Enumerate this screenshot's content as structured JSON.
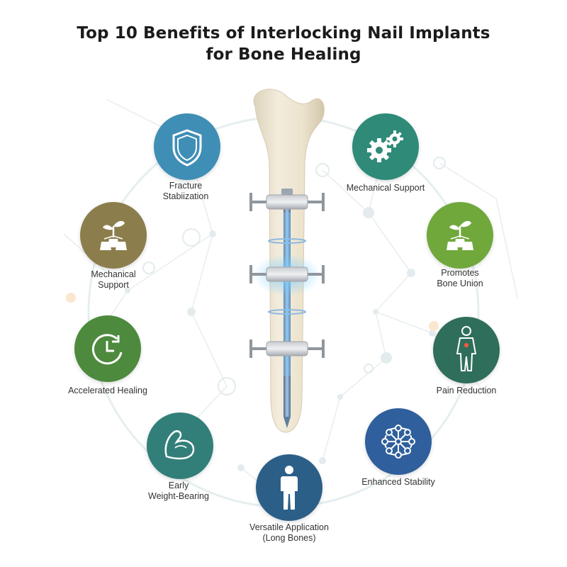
{
  "title": {
    "line1": "Top 10 Benefits of Interlocking Nail Implants",
    "line2": "for Bone Healing"
  },
  "benefits": [
    {
      "line1": "Fracture",
      "line2": "Stabiization",
      "icon": "shield-icon",
      "color": "#3f8eb6"
    },
    {
      "line1": "Mechanical Support",
      "line2": "",
      "icon": "gears-icon",
      "color": "#2f8a78"
    },
    {
      "line1": "Mechanical",
      "line2": "Support",
      "icon": "sprout-blocks-icon",
      "color": "#8c7d4d"
    },
    {
      "line1": "Promotes",
      "line2": "Bone Union",
      "icon": "sprout-blocks-icon",
      "color": "#70a83c"
    },
    {
      "line1": "Accelerated Healing",
      "line2": "",
      "icon": "clock-icon",
      "color": "#4d8a3d"
    },
    {
      "line1": "Pain Reduction",
      "line2": "",
      "icon": "body-icon",
      "color": "#2f6e5a"
    },
    {
      "line1": "Early",
      "line2": "Weight-Bearing",
      "icon": "muscle-icon",
      "color": "#327f7a"
    },
    {
      "line1": "Enhanced Stability",
      "line2": "",
      "icon": "network-icon",
      "color": "#2f5f9c"
    },
    {
      "line1": "Versatile Application",
      "line2": "(Long Bones)",
      "icon": "person-icon",
      "color": "#2c5f88"
    }
  ]
}
